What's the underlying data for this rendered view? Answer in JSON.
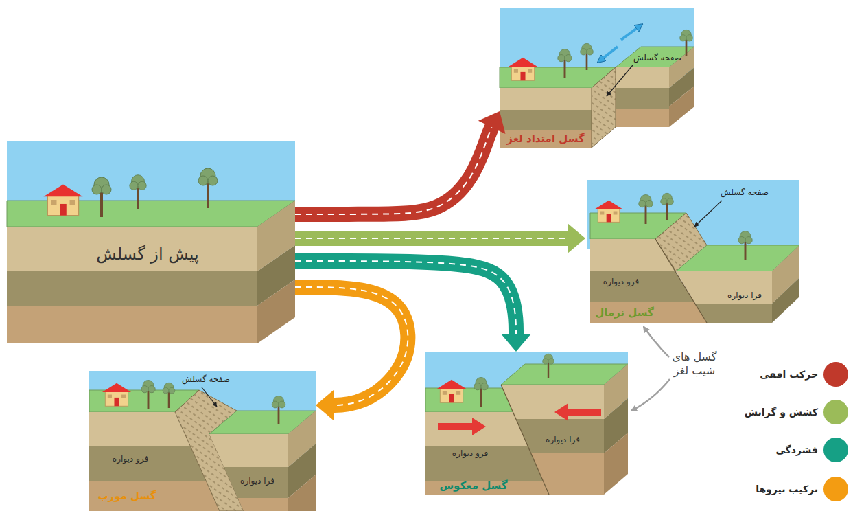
{
  "diagram": {
    "nodes": [
      {
        "text": [
          "پیش از گسلش"
        ]
      },
      {
        "text": [
          "صفحه گسلش",
          "گسل امتداد لغز"
        ]
      },
      {
        "text": [
          "صفحه گسلش",
          "فرو دیواره",
          "فرا دیواره",
          "گسل نرمال"
        ]
      },
      {
        "text": [
          "فرا دیواره",
          "فرو دیواره",
          "گسل معکوس"
        ]
      },
      {
        "text": [
          "صفحه گسلش",
          "فرو دیواره",
          "فرا دیواره",
          "گسل مورب"
        ]
      }
    ],
    "edges": [
      {
        "from": 0,
        "to": 1,
        "arrow": "to"
      },
      {
        "from": 0,
        "to": 2,
        "arrow": "to"
      },
      {
        "from": 0,
        "to": 3,
        "arrow": "to"
      },
      {
        "from": 0,
        "to": 4,
        "arrow": "to"
      }
    ],
    "labels": [
      "گسل های شیب لغز"
    ],
    "legend": [
      {
        "text": "حرکت افقی",
        "color": "#c0392b"
      },
      {
        "text": "کشش و گرانش",
        "color": "#9bbb59"
      },
      {
        "text": "فشردگی",
        "color": "#16a085"
      },
      {
        "text": "ترکیب نیروها",
        "color": "#f39c12"
      }
    ]
  }
}
